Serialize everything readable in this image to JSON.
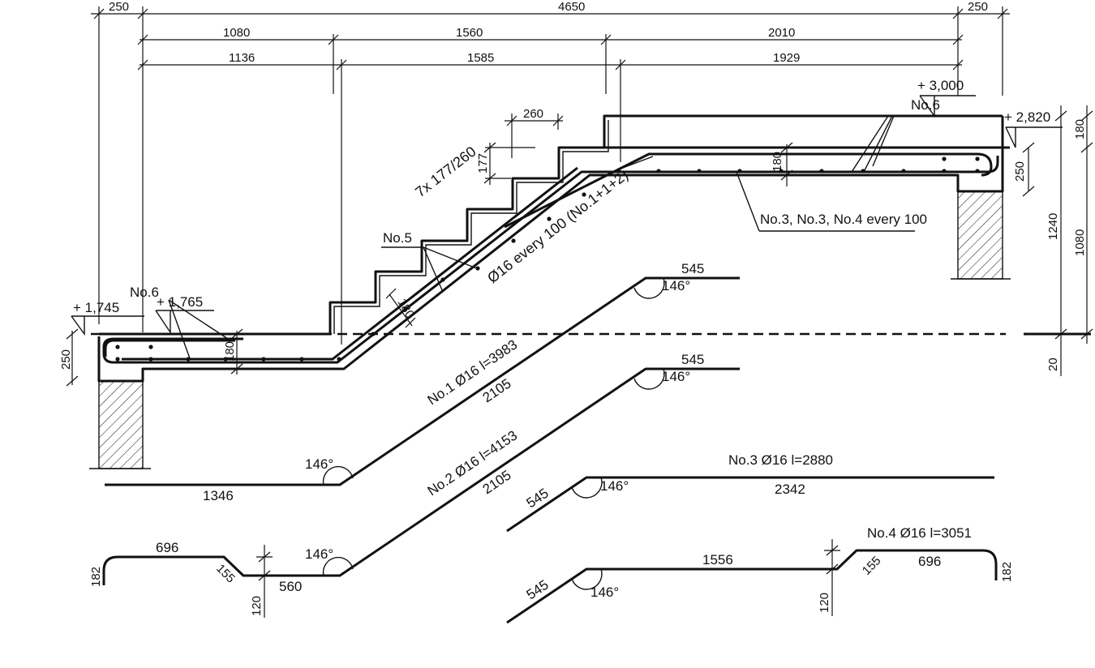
{
  "dimensions": {
    "top_left_support": "250",
    "top_total": "4650",
    "top_right_support": "250",
    "row2": [
      "1080",
      "1560",
      "2010"
    ],
    "row3": [
      "1136",
      "1585",
      "1929"
    ],
    "tread": "260",
    "riser": "7x 177/260",
    "flight_thickness": "180",
    "landing_left_thickness": "250",
    "landing_left_slab": "180",
    "landing_right_slab": "180",
    "landing_right_thickness": "250",
    "landing_right_beam": "180",
    "right_vertical": [
      "180",
      "1240",
      "1080",
      "20"
    ],
    "tread_vertical": "177"
  },
  "levels": {
    "left_lower": "+ 1,745",
    "left_upper": "+ 1,765",
    "right_upper": "+ 3,000",
    "right_lower": "+ 2,820"
  },
  "labels": {
    "no6_left": "No.6",
    "no6_right": "No.6",
    "no5": "No.5",
    "diag_rebar": "Ø16 every 100 (No.1+1+2)",
    "landing_rebar": "No.3, No.3, No.4 every 100"
  },
  "bars": {
    "no1": {
      "title": "No.1   Ø16  l=3983",
      "diag": "2105",
      "bottom": "1346",
      "top": "545",
      "angle_top": "146°",
      "angle_bottom": "146°"
    },
    "no2": {
      "title": "No.2   Ø16  l=4153",
      "diag": "2105",
      "top": "545",
      "angle_top": "146°",
      "angle_bottom": "146°",
      "flat": "560",
      "hook_flat": "696",
      "hook_vert": "182",
      "hook_diag": "155",
      "offset": "120"
    },
    "no3": {
      "title": "No.3    Ø16   l=2880",
      "flat": "2342",
      "diag": "545",
      "angle": "146°"
    },
    "no4": {
      "title": "No.4    Ø16   l=3051",
      "flat": "1556",
      "diag": "545",
      "angle": "146°",
      "hook_flat": "696",
      "hook_vert": "182",
      "hook_diag": "155",
      "offset": "120"
    }
  }
}
